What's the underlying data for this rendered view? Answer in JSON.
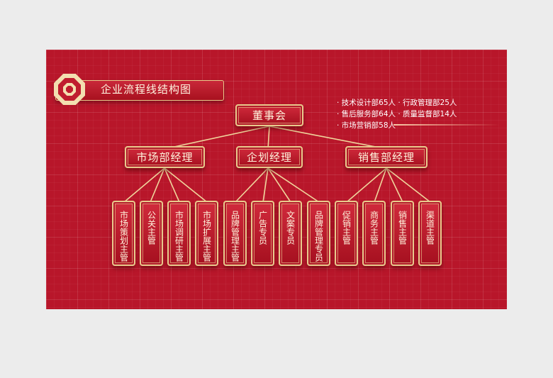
{
  "title": "企业流程线结构图",
  "stats": [
    "· 技术设计部65人 · 行政管理部25人",
    "· 售后服务部64人 · 质量监督部14人",
    "· 市场营销部58人"
  ],
  "root": "董事会",
  "managers": [
    "市场部经理",
    "企划经理",
    "销售部经理"
  ],
  "staff": [
    "市场策划主管",
    "公关主管",
    "市场调研主管",
    "市场扩展主管",
    "品牌管理主管",
    "广告专员",
    "文案专员",
    "品牌管理专员",
    "促销主管",
    "商务主管",
    "销售主管",
    "渠道主管"
  ],
  "colors": {
    "background": "#b8162a",
    "border": "#e9c98c",
    "text": "#fff3dc"
  }
}
